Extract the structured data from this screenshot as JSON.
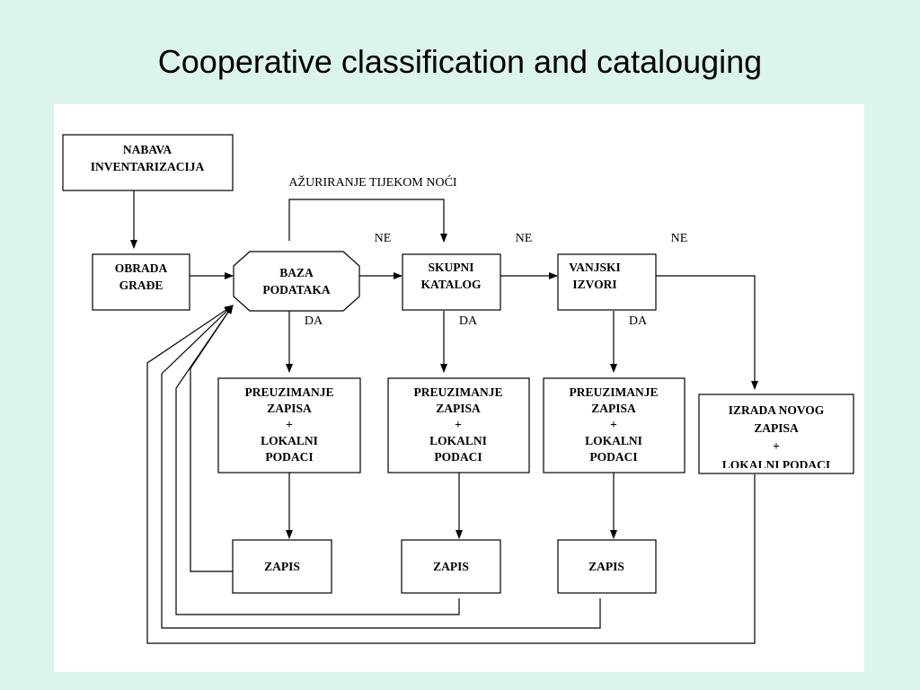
{
  "slide": {
    "title": "Cooperative classification and catalouging"
  },
  "diagram": {
    "nodes": {
      "nabava": [
        "NABAVA",
        "INVENTARIZACIJA"
      ],
      "obrada": [
        "OBRADA",
        "GRAĐE"
      ],
      "baza": [
        "BAZA",
        "PODATAKA"
      ],
      "skupni": [
        "SKUPNI",
        "KATALOG"
      ],
      "vanjski": [
        "VANJSKI",
        "IZVORI"
      ],
      "preuzimanje": [
        "PREUZIMANJE",
        "ZAPISA",
        "+",
        "LOKALNI",
        "PODACI"
      ],
      "izrada": [
        "IZRADA NOVOG",
        "ZAPISA",
        "+",
        "LOKALNI PODACI"
      ],
      "zapis": "ZAPIS"
    },
    "labels": {
      "update": "AŽURIRANJE TIJEKOM NOĆI",
      "no": "NE",
      "yes": "DA"
    }
  }
}
